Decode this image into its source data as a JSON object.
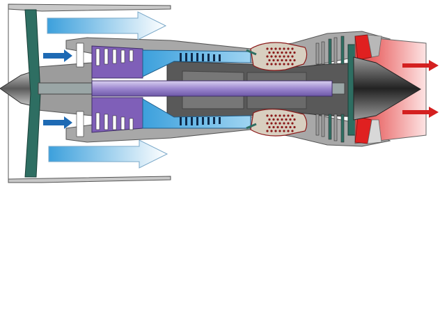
{
  "diagram": {
    "subject": "turbofan-engine-cutaway",
    "sections": [
      "nacelle",
      "spinner",
      "fan",
      "low-pressure-compressor",
      "high-pressure-compressor",
      "combustor",
      "turbine",
      "shaft",
      "exhaust-cone",
      "exhaust-nozzle"
    ],
    "flows": [
      "bypass-air",
      "core-intake",
      "exhaust"
    ],
    "colors": {
      "nacelle": "#c8c8c8",
      "casing": "#a8a8a8",
      "fan": "#2e6e62",
      "low_pressure_compressor": "#7f5fb8",
      "high_pressure_compressor": "#3ca0dc",
      "core": "#595959",
      "combustor": "#d8cfc0",
      "combustor_holes": "#8b1a1a",
      "turbine": "#2e6e62",
      "shaft": "#9d88cf",
      "cone": "#333333",
      "exhaust": "#e23c3c",
      "exhaust_glow": "#f7c0c0",
      "bypass_arrow": "#3ca0dc",
      "core_arrow": "#1e6ab4",
      "exhaust_arrow": "#d42020"
    }
  }
}
